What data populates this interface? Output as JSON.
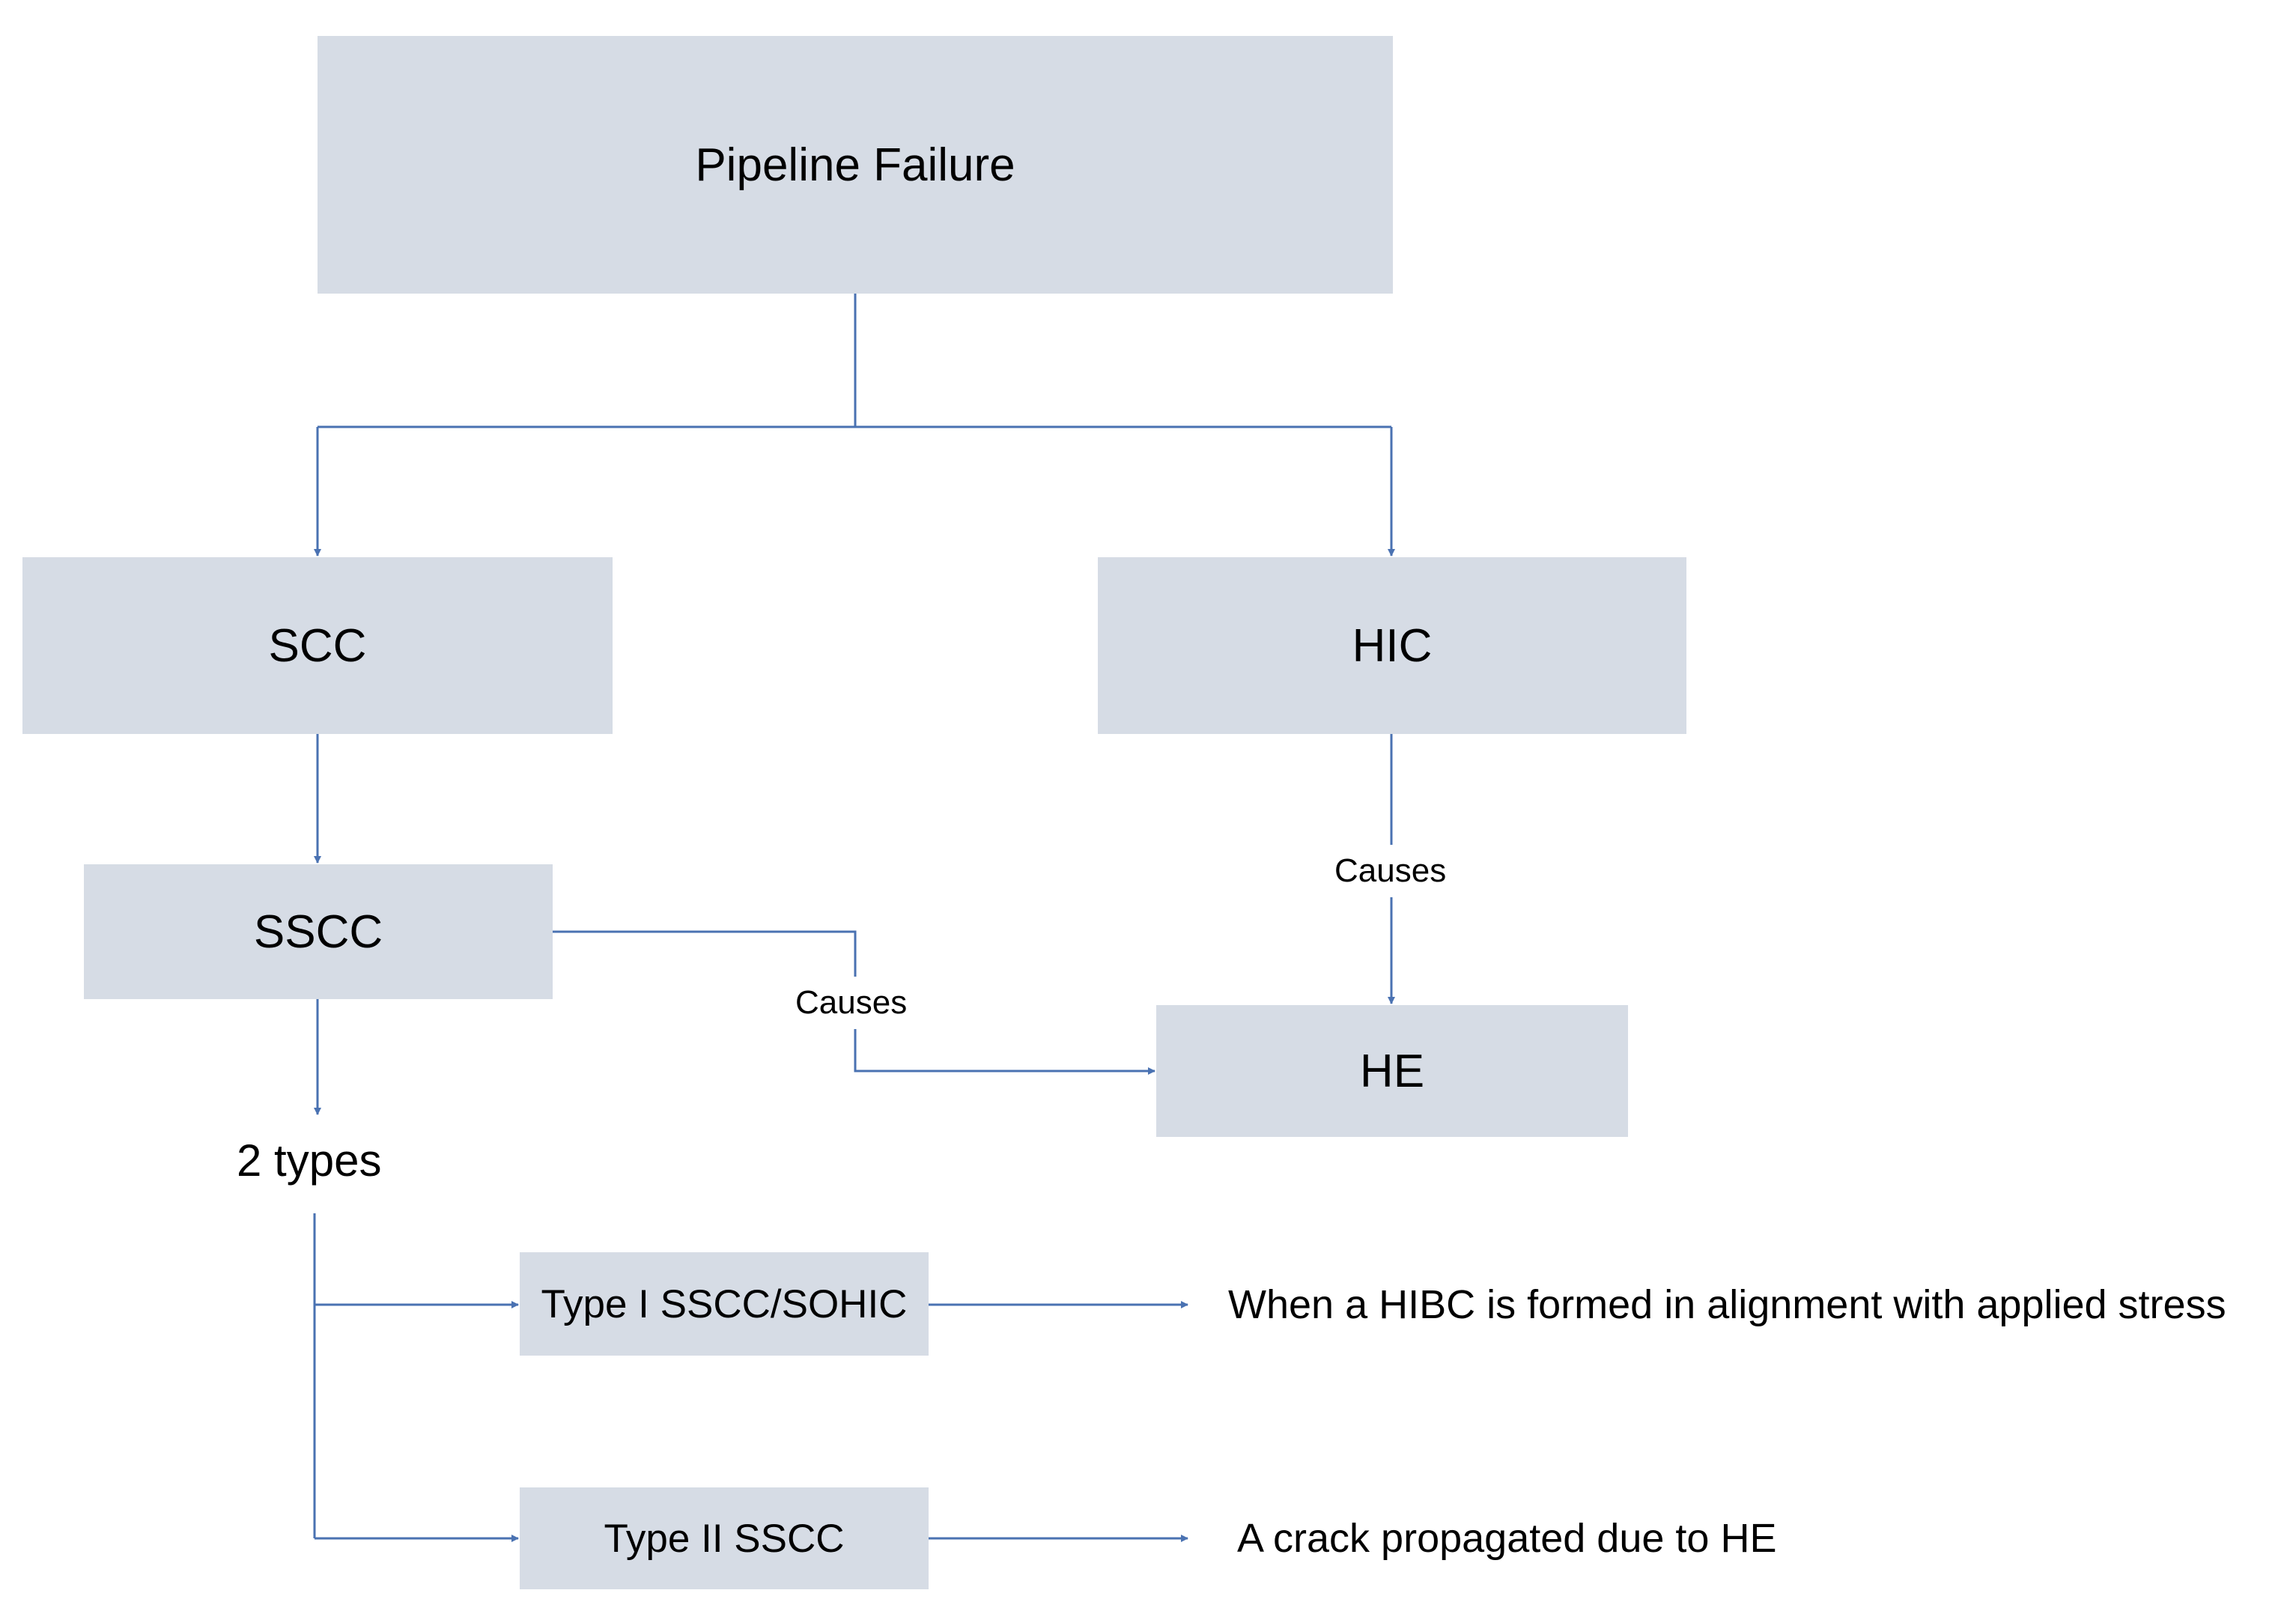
{
  "nodes": {
    "root": "Pipeline Failure",
    "scc": "SCC",
    "hic": "HIC",
    "sscc": "SSCC",
    "he": "HE",
    "type1": "Type I SSCC/SOHIC",
    "type2": "Type II SSCC"
  },
  "edge_labels": {
    "hic_to_he": "Causes",
    "sscc_to_he": "Causes"
  },
  "texts": {
    "two_types": "2 types",
    "type1_desc": "When a HIBC is formed in alignment with applied stress",
    "type2_desc": "A crack propagated due to HE"
  },
  "colors": {
    "box_fill": "#d6dce5",
    "connector": "#4a72b2",
    "text": "#000000"
  }
}
